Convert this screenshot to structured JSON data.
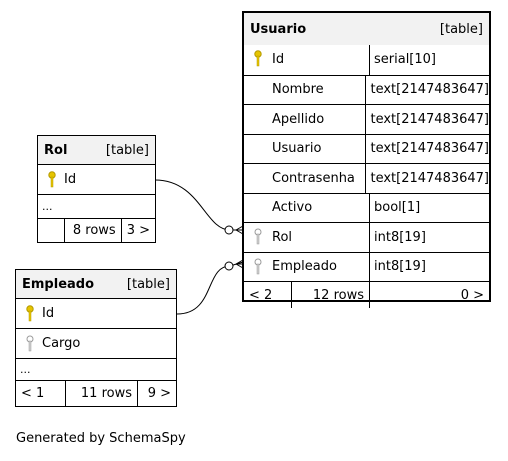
{
  "tables": {
    "usuario": {
      "name": "Usuario",
      "tag": "[table]",
      "columns": [
        {
          "name": "Id",
          "type": "serial[10]",
          "key": "primary"
        },
        {
          "name": "Nombre",
          "type": "text[2147483647]",
          "key": "none"
        },
        {
          "name": "Apellido",
          "type": "text[2147483647]",
          "key": "none"
        },
        {
          "name": "Usuario",
          "type": "text[2147483647]",
          "key": "none"
        },
        {
          "name": "Contrasenha",
          "type": "text[2147483647]",
          "key": "none"
        },
        {
          "name": "Activo",
          "type": "bool[1]",
          "key": "none"
        },
        {
          "name": "Rol",
          "type": "int8[19]",
          "key": "foreign"
        },
        {
          "name": "Empleado",
          "type": "int8[19]",
          "key": "foreign"
        }
      ],
      "footer": {
        "parents": "< 2",
        "rows": "12 rows",
        "children": "0 >"
      }
    },
    "rol": {
      "name": "Rol",
      "tag": "[table]",
      "columns": [
        {
          "name": "Id",
          "key": "primary"
        }
      ],
      "ellipsis": "...",
      "footer": {
        "parents": "",
        "rows": "8 rows",
        "children": "3 >"
      }
    },
    "empleado": {
      "name": "Empleado",
      "tag": "[table]",
      "columns": [
        {
          "name": "Id",
          "key": "primary"
        },
        {
          "name": "Cargo",
          "key": "foreign"
        }
      ],
      "ellipsis": "...",
      "footer": {
        "parents": "< 1",
        "rows": "11 rows",
        "children": "9 >"
      }
    }
  },
  "relationships": [
    {
      "from": "rol.Id",
      "to": "usuario.Rol"
    },
    {
      "from": "empleado.Id",
      "to": "usuario.Empleado"
    }
  ],
  "colors": {
    "primary_key": "#e6c400",
    "foreign_key": "#9a9a9a",
    "header_bg": "#f2f2f2"
  },
  "footer_text": "Generated by SchemaSpy"
}
